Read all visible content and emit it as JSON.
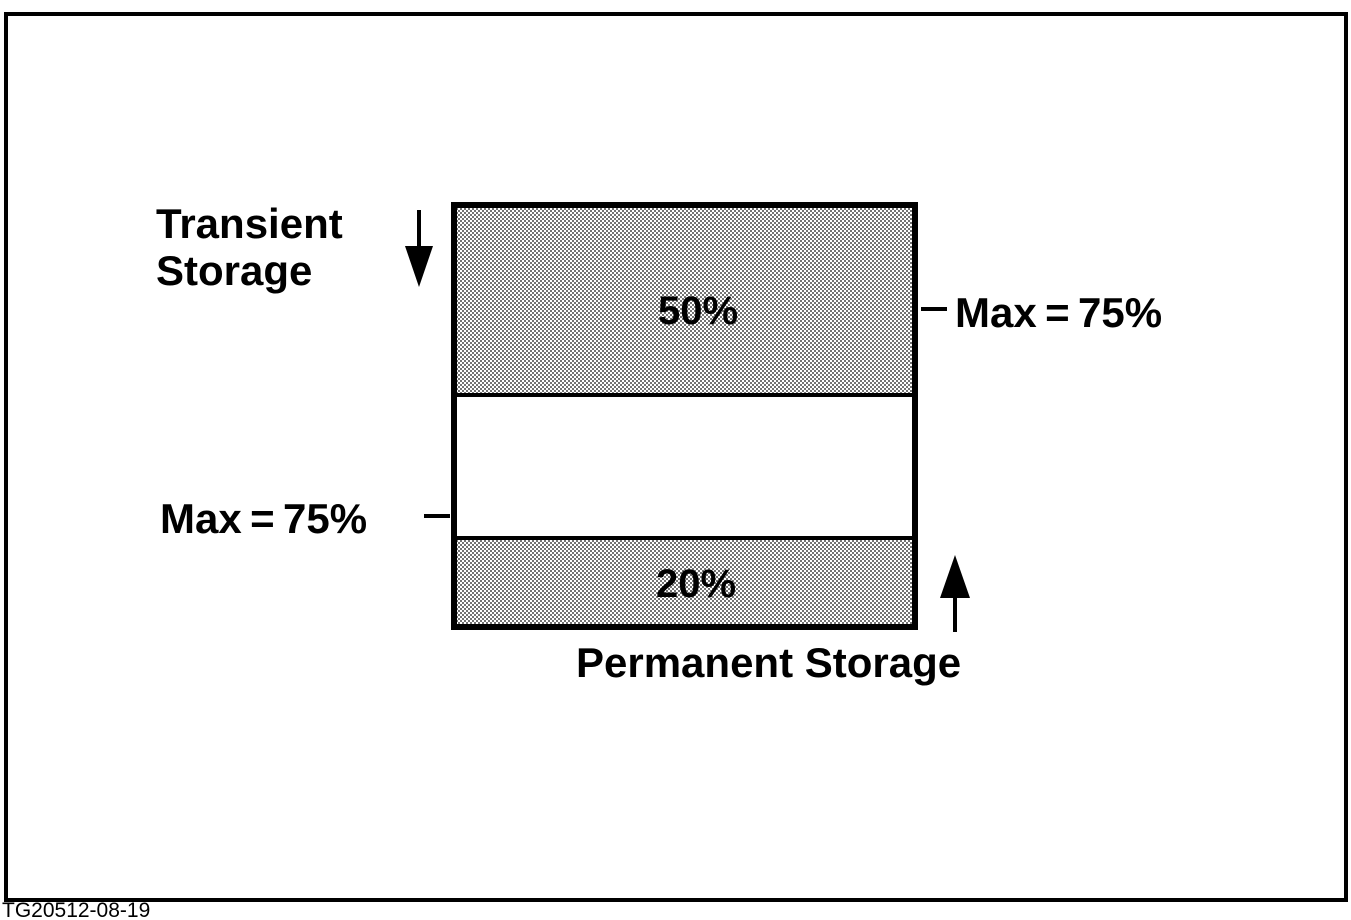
{
  "diagram": {
    "transient_label_line1": "Transient",
    "transient_label_line2": "Storage",
    "transient_percent": "50%",
    "permanent_percent": "20%",
    "permanent_label": "Permanent Storage",
    "transient_max": "Max = 75%",
    "permanent_max": "Max = 75%",
    "figure_id": "TG20512-08-19"
  },
  "transient_share": 0.5,
  "permanent_share": 0.2,
  "colors": {
    "ink": "#000000",
    "paper": "#ffffff",
    "shade": "#c4c4c4"
  }
}
